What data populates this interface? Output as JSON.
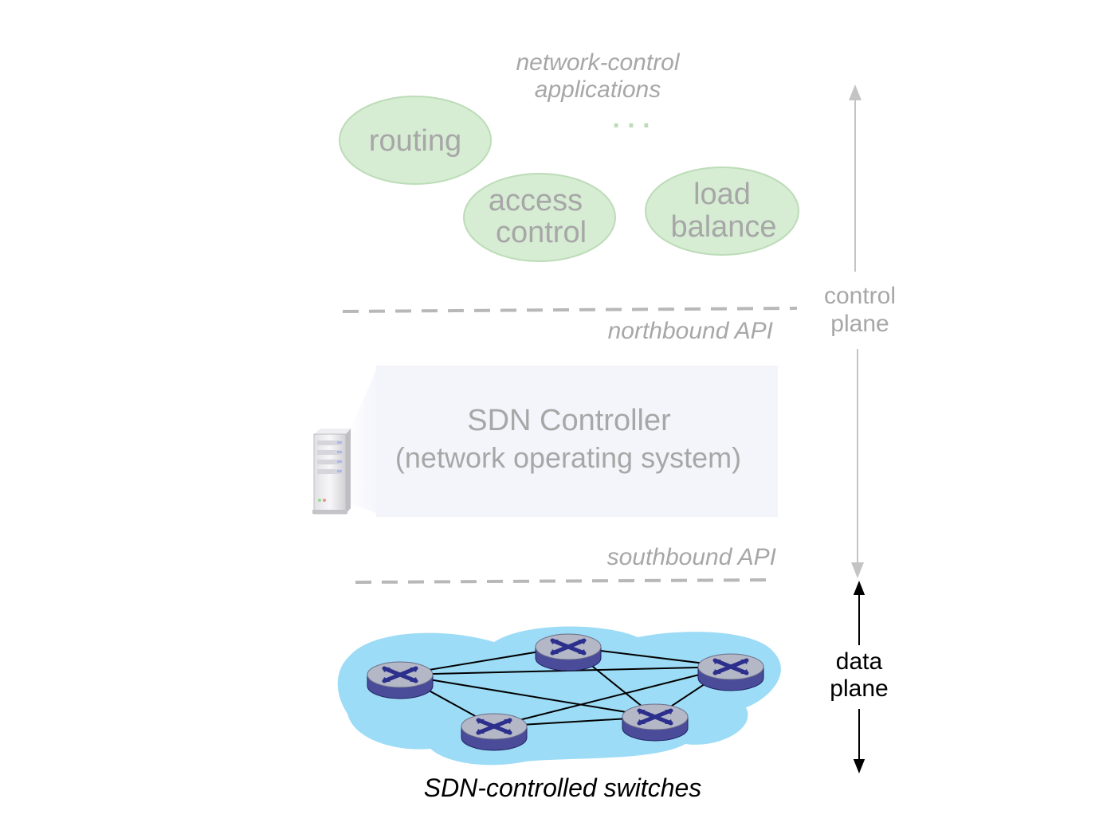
{
  "header": {
    "line1": "network-control",
    "line2": "applications",
    "ellipsis": ". . ."
  },
  "apps": [
    {
      "line1": "routing",
      "line2": ""
    },
    {
      "line1": "access",
      "line2": "control"
    },
    {
      "line1": "load",
      "line2": "balance"
    }
  ],
  "apis": {
    "northbound": "northbound API",
    "southbound": "southbound API"
  },
  "controller": {
    "title": "SDN Controller",
    "subtitle": "(network operating system)",
    "icon": "server-icon"
  },
  "planes": {
    "control_line1": "control",
    "control_line2": "plane",
    "data_line1": "data",
    "data_line2": "plane"
  },
  "network": {
    "caption": "SDN-controlled switches",
    "switch_icon": "router-icon",
    "switch_count": 5,
    "links": [
      [
        0,
        1
      ],
      [
        1,
        2
      ],
      [
        1,
        4
      ],
      [
        0,
        2
      ],
      [
        0,
        3
      ],
      [
        0,
        4
      ],
      [
        3,
        4
      ],
      [
        3,
        2
      ],
      [
        4,
        2
      ]
    ]
  },
  "colors": {
    "app_fill": "#d6ecd3",
    "app_stroke": "#bddcb8",
    "controller_fill": "#f4f5fb",
    "cloud_fill": "#9ddcf6",
    "switch_top": "#b4b7c6",
    "switch_x": "#2c2f8c",
    "faded_text": "#b9b9b9"
  }
}
